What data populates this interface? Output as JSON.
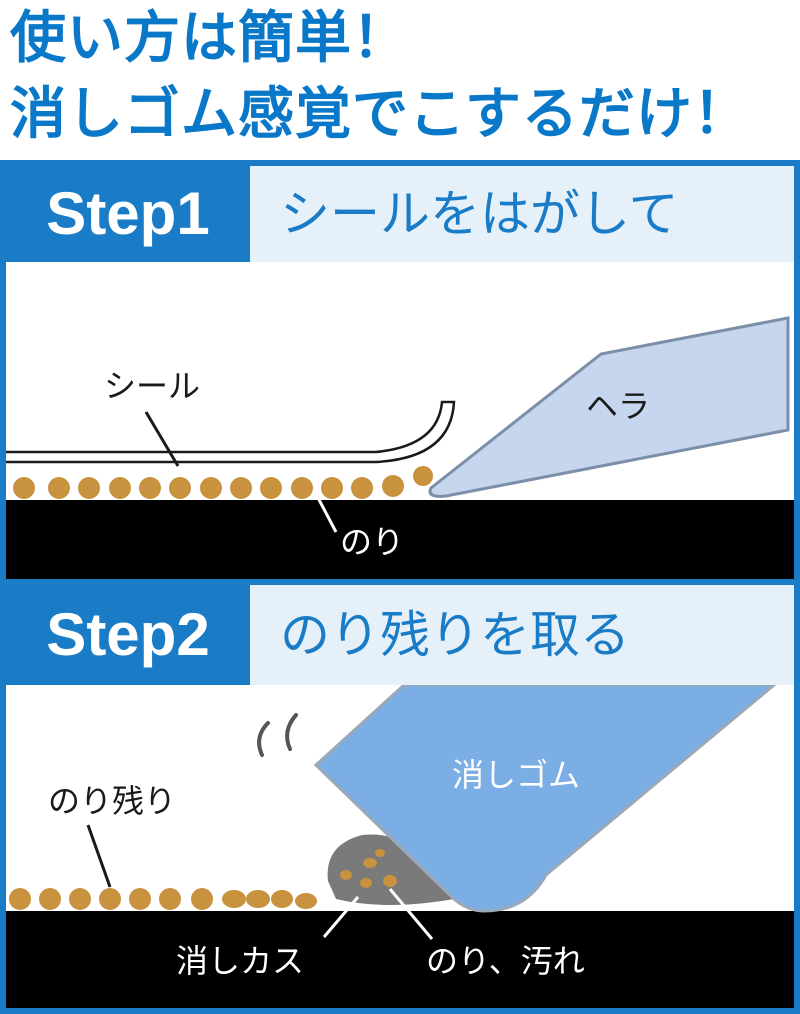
{
  "headline": {
    "line1": "使い方は簡単！",
    "line2": "消しゴム感覚でこするだけ！"
  },
  "steps": [
    {
      "label": "Step1",
      "title": "シールをはがして",
      "callouts": {
        "sticker": "シール",
        "spatula": "ヘラ",
        "glue": "のり"
      }
    },
    {
      "label": "Step2",
      "title": "のり残りを取る",
      "callouts": {
        "residue": "のり残り",
        "eraser": "消しゴム",
        "eraser_crumbs": "消しカス",
        "glue_dirt": "のり、汚れ"
      }
    }
  ],
  "colors": {
    "brand_blue": "#1a7cc6",
    "headline_blue": "#0a78c8",
    "band_light": "#e6f0f9",
    "spatula_fill": "#c5d6ee",
    "eraser_fill": "#7aaee4",
    "glue_dot": "#c8923e",
    "surface": "#000000"
  }
}
